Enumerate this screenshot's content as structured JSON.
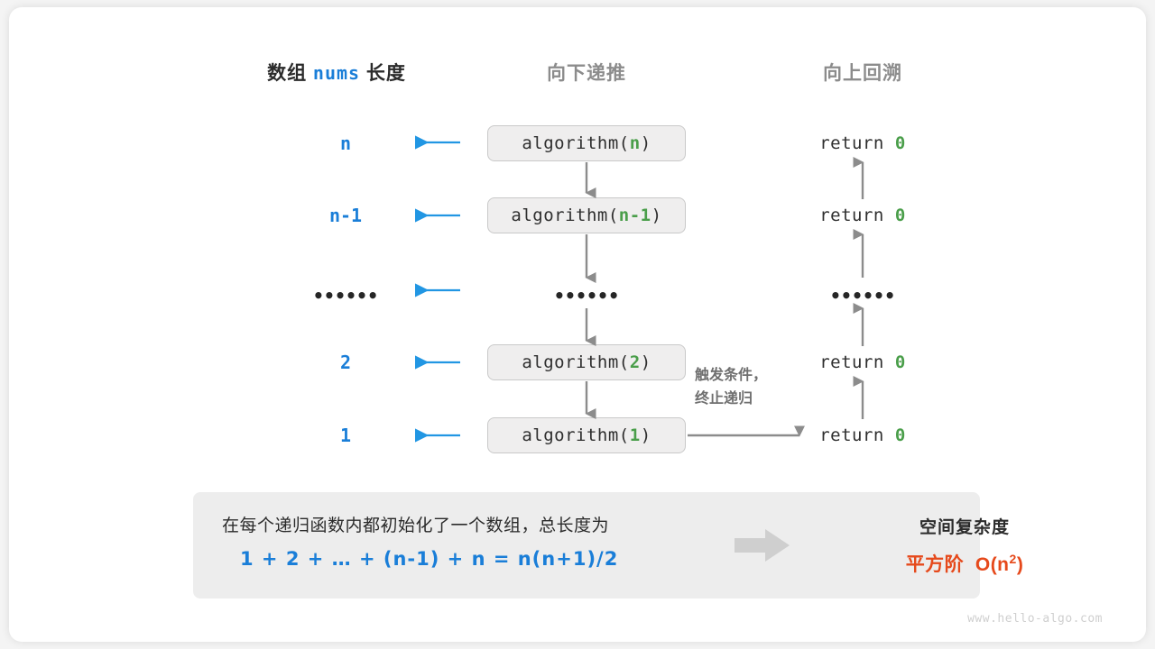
{
  "headers": {
    "left_prefix": "数组",
    "left_code": "nums",
    "left_suffix": "长度",
    "middle": "向下递推",
    "right": "向上回溯"
  },
  "rows": [
    {
      "length": "n",
      "call_prefix": "algorithm(",
      "call_arg": "n",
      "call_suffix": ")",
      "return_text": "return",
      "return_value": "0"
    },
    {
      "length": "n-1",
      "call_prefix": "algorithm(",
      "call_arg": "n-1",
      "call_suffix": ")",
      "return_text": "return",
      "return_value": "0"
    },
    {
      "length": "••••••",
      "call_prefix": "",
      "call_arg": "",
      "call_suffix": "",
      "return_text": "",
      "return_value": ""
    },
    {
      "length": "2",
      "call_prefix": "algorithm(",
      "call_arg": "2",
      "call_suffix": ")",
      "return_text": "return",
      "return_value": "0"
    },
    {
      "length": "1",
      "call_prefix": "algorithm(",
      "call_arg": "1",
      "call_suffix": ")",
      "return_text": "return",
      "return_value": "0"
    }
  ],
  "ellipsis_middle": "••••••",
  "ellipsis_right": "••••••",
  "note": {
    "line1": "触发条件，",
    "line2": "终止递归"
  },
  "summary": {
    "description": "在每个递归函数内都初始化了一个数组，总长度为",
    "formula": "1 + 2 + … + (n-1) + n = n(n+1)/2",
    "result_title": "空间复杂度",
    "result_label": "平方阶",
    "result_notation_base": "O(n",
    "result_notation_exp": "2",
    "result_notation_close": ")"
  },
  "watermark": "www.hello-algo.com",
  "colors": {
    "blue": "#1a7ed8",
    "green": "#4a9e4a",
    "orange": "#e6491b",
    "grey": "#8c8c8c",
    "box_fill": "#efeeee",
    "box_border": "#c9c9c9",
    "panel_fill": "#ededed"
  },
  "icons": {
    "left_arrow": "arrow-left-icon",
    "down_arrow": "arrow-down-icon",
    "up_arrow": "arrow-up-icon",
    "right_arrow": "arrow-right-icon",
    "block_arrow": "block-arrow-right-icon"
  }
}
